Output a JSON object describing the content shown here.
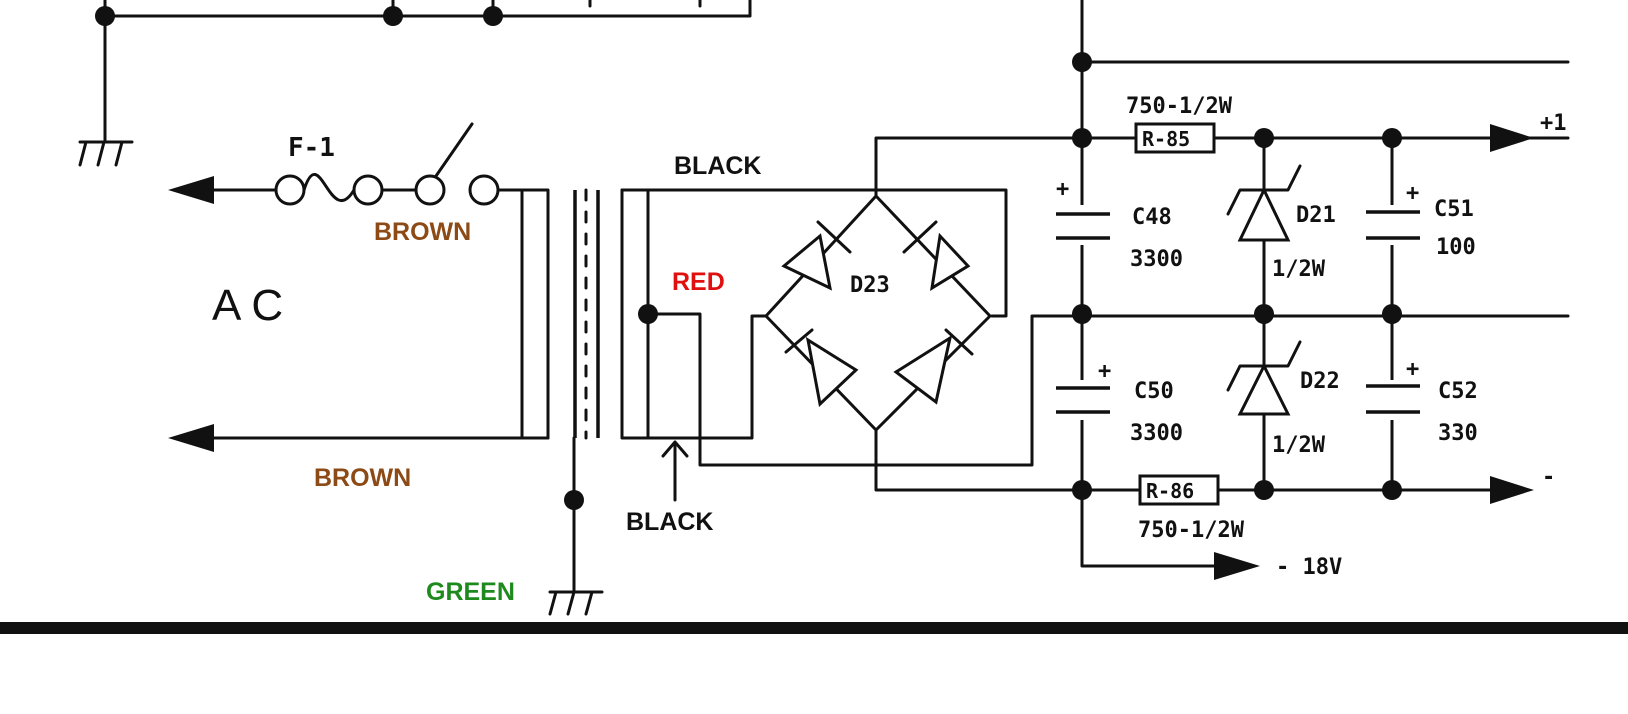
{
  "colors": {
    "black_wire": "#111111",
    "red_wire": "#e01010",
    "brown_wire": "#8b4a16",
    "green_wire": "#1e8a1e"
  },
  "wire_labels": {
    "black_top": "BLACK",
    "red": "RED",
    "brown_top": "BROWN",
    "brown_bottom": "BROWN",
    "black_bottom": "BLACK",
    "green": "GREEN"
  },
  "components": {
    "fuse": "F-1",
    "ac": "AC",
    "bridge": "D23",
    "c48_name": "C48",
    "c48_value": "3300",
    "c50_name": "C50",
    "c50_value": "3300",
    "c51_name": "C51",
    "c51_value": "100",
    "c52_name": "C52",
    "c52_value": "330",
    "d21_name": "D21",
    "d21_rating": "1/2W",
    "d22_name": "D22",
    "d22_rating": "1/2W",
    "r85_name": "R-85",
    "r85_value": "750-1/2W",
    "r86_name": "R-86",
    "r86_value": "750-1/2W",
    "plus_top": "+",
    "plus_c50": "+",
    "plus_c51": "+",
    "plus_c52": "+",
    "out_pos": "+1",
    "out_neg": "-",
    "out_neg_rail": "- 18V"
  }
}
